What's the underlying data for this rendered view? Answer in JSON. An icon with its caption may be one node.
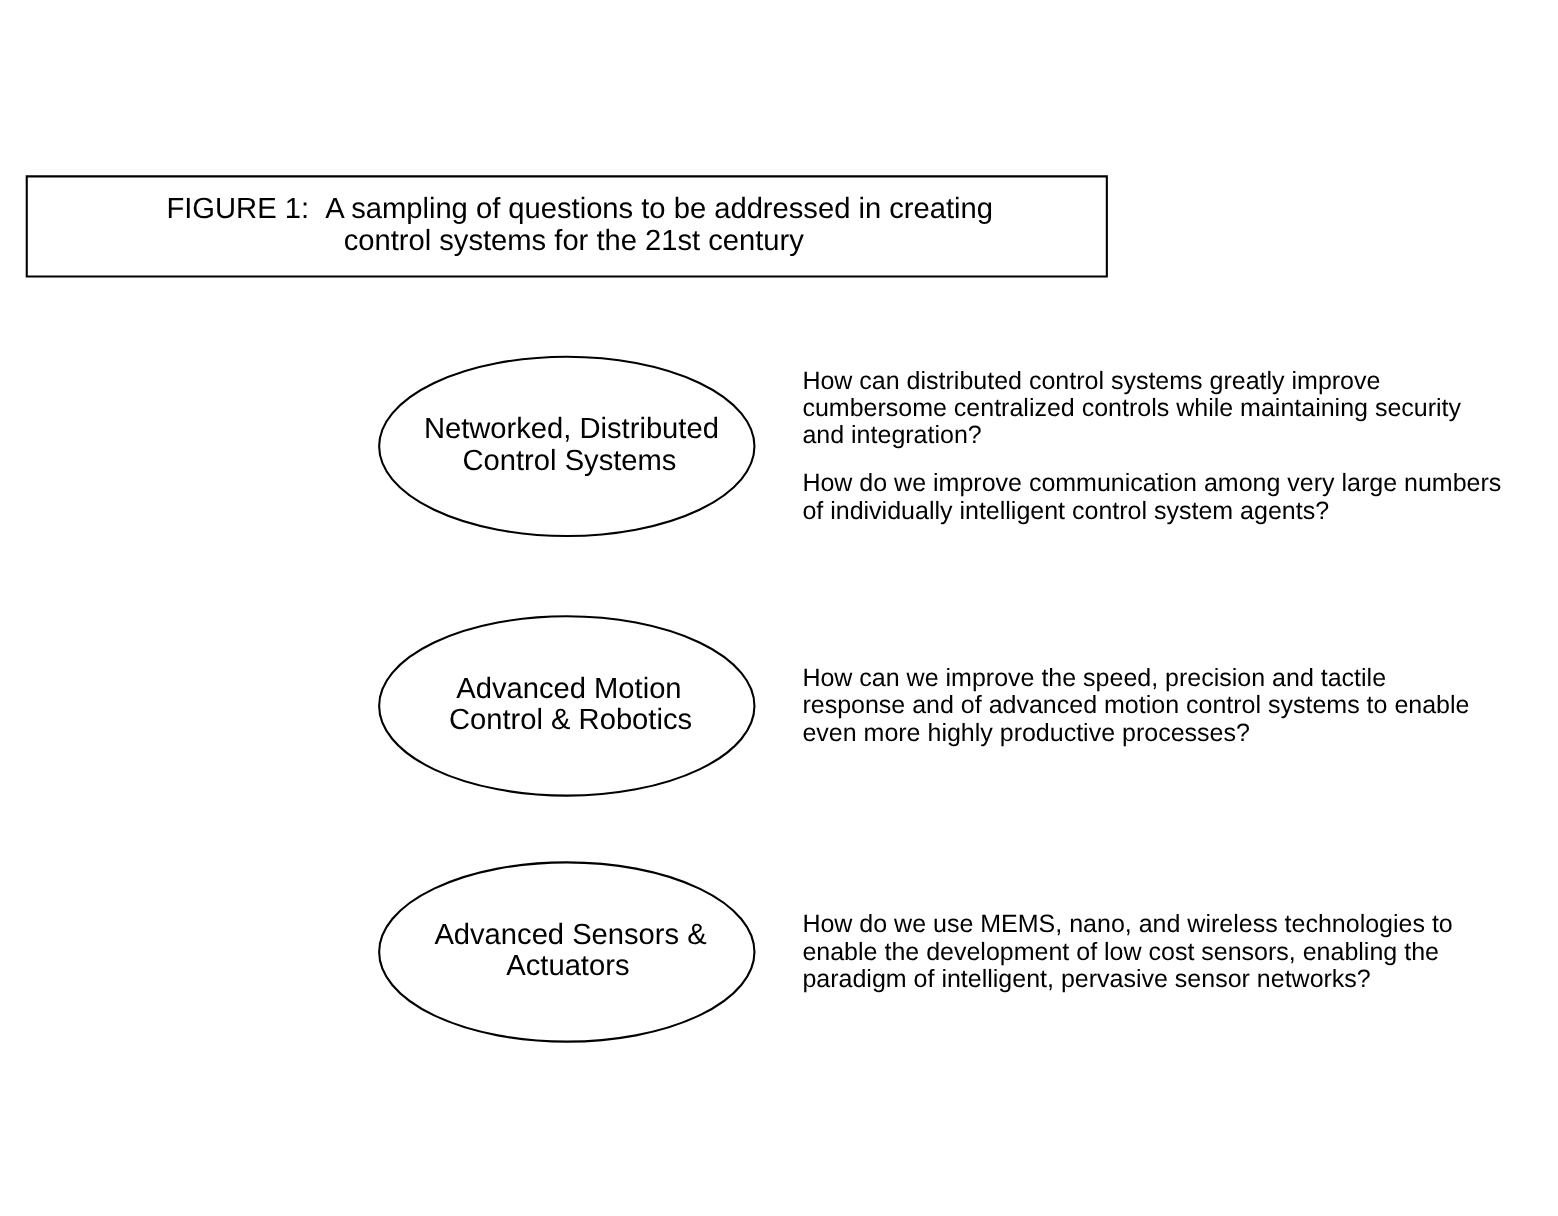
{
  "diagram": {
    "nodes": [
      {
        "text": [
          "FIGURE 1:  A sampling of questions to be addressed in creating control systems for the 21st century"
        ]
      },
      {
        "text": [
          "Networked, Distributed Control Systems"
        ],
        "beside": [
          "How can distributed control systems greatly improve cumbersome centralized controls while maintaining security and integration?",
          "How do we improve communication among very large numbers of individually intelligent control system agents?"
        ]
      },
      {
        "text": [
          "Advanced Motion Control & Robotics"
        ],
        "beside": [
          "How can we improve the speed, precision and tactile response and of advanced motion control systems to enable even more highly productive processes?"
        ]
      },
      {
        "text": [
          "Advanced Sensors & Actuators"
        ],
        "beside": [
          "How do we use MEMS, nano, and wireless technologies to enable the development of low cost sensors, enabling the paradigm of intelligent, pervasive sensor networks?"
        ]
      }
    ]
  }
}
